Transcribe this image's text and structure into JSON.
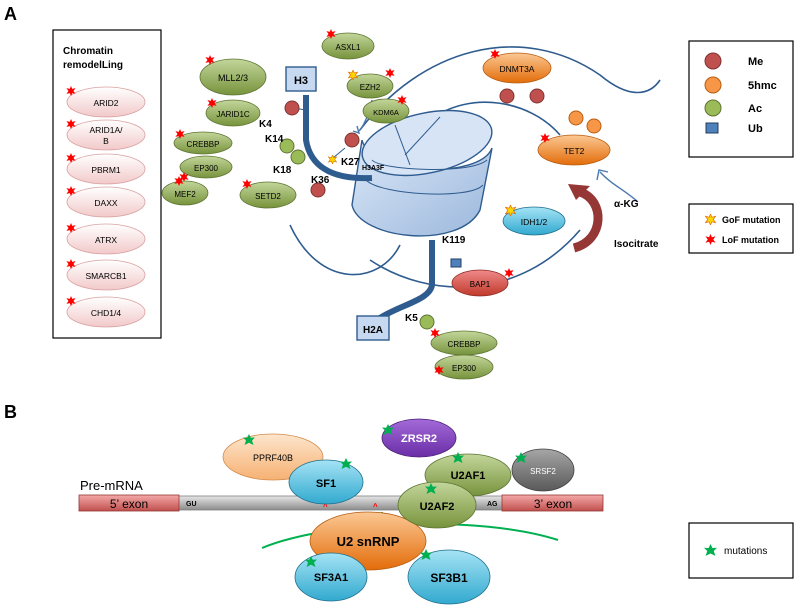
{
  "panels": {
    "a": "A",
    "b": "B"
  },
  "chromatin_box": {
    "title_line1": "Chromatin",
    "title_line2": "remodelLing",
    "items": [
      "ARID2",
      "ARID1A/",
      "B",
      "PBRM1",
      "DAXX",
      "ATRX",
      "SMARCB1",
      "CHD1/4"
    ]
  },
  "histones": {
    "h3": "H3",
    "h2a": "H2A"
  },
  "sites": {
    "k4": "K4",
    "k14": "K14",
    "k18": "K18",
    "k27": "K27",
    "h3a3f": "H3A3F",
    "k36": "K36",
    "k119": "K119",
    "k5": "K5"
  },
  "enzymes": {
    "asxl1": "ASXL1",
    "mll23": "MLL2/3",
    "jarid1c": "JARID1C",
    "ezh2": "EZH2",
    "kdm6a": "KDM6A",
    "crebbp": "CREBBP",
    "ep300": "EP300",
    "mef2": "MEF2",
    "setd2": "SETD2",
    "dnmt3a": "DNMT3A",
    "tet2": "TET2",
    "idh12": "IDH1/2",
    "bap1": "BAP1",
    "crebbp2": "CREBBP",
    "ep3002": "EP300"
  },
  "metabolites": {
    "akg": "α-KG",
    "isocitrate": "Isocitrate"
  },
  "legend_a": {
    "me": "Me",
    "hmc": "5hmc",
    "ac": "Ac",
    "ub": "Ub"
  },
  "legend_mut": {
    "gof": "GoF mutation",
    "lof": "LoF mutation"
  },
  "splicing": {
    "pre_mrna": "Pre-mRNA",
    "exon5": "5’ exon",
    "exon3": "3’ exon",
    "gu": "GU",
    "ag": "AG",
    "pprf40b": "PPRF40B",
    "zrsr2": "ZRSR2",
    "sf1": "SF1",
    "u2af1": "U2AF1",
    "srsf2": "SRSF2",
    "u2af2": "U2AF2",
    "u2snrnp": "U2 snRNP",
    "sf3a1": "SF3A1",
    "sf3b1": "SF3B1"
  },
  "legend_b": {
    "mutations": "mutations"
  },
  "colors": {
    "me": "#c0504d",
    "hmc": "#f79646",
    "ac": "#9bbb59",
    "ub": "#4f81bd",
    "backbone": "#2f5c8f",
    "nucleosome": "#c6d9f1",
    "lof": "#ff0000",
    "gof": "#ffd700",
    "splice_mut": "#00b050",
    "exon": "#e46c6c"
  }
}
